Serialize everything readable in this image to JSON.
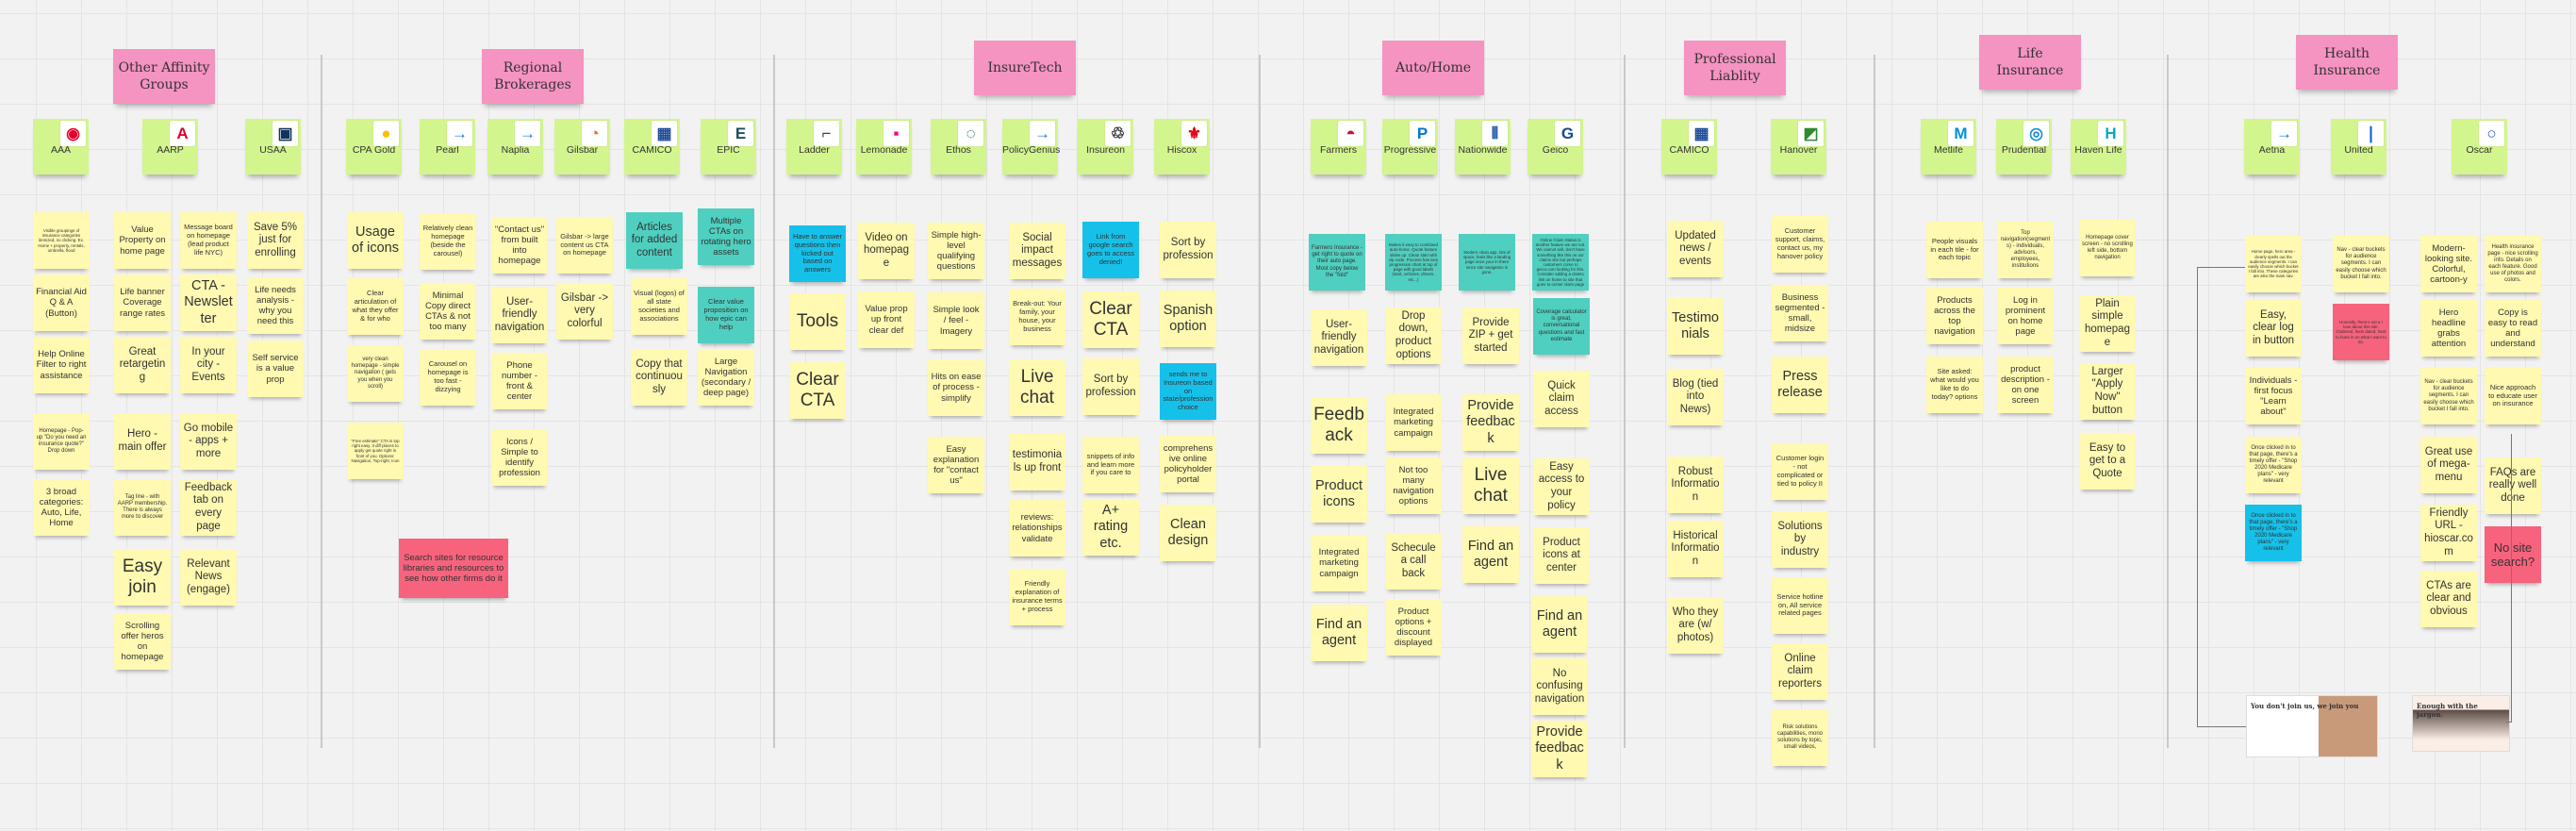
{
  "board": {
    "colors": {
      "yellow": "#fff9b1",
      "green": "#d3f58e",
      "pink": "#f593c1",
      "teal": "#4fcfc0",
      "blue": "#16c1e9",
      "red": "#f7637d"
    },
    "sections": [
      {
        "title": "Other Affinity Groups",
        "companies": [
          {
            "name": "AAA",
            "logo": "aaa-logo"
          },
          {
            "name": "AARP",
            "logo": "aarp-logo"
          },
          {
            "name": "USAA",
            "logo": "usaa-logo"
          }
        ],
        "notes": [
          {
            "text": "Visible groupings of insurance categories itemized, no clicking. Ex. Home + property, rentals, umbrella, flood",
            "color": "yellow"
          },
          {
            "text": "Financial Aid Q & A (Button)",
            "color": "yellow"
          },
          {
            "text": "Help Online Filter to right assistance",
            "color": "yellow"
          },
          {
            "text": "Homepage - Pop-up \"Do you need an insurance quote?\" Drop down",
            "color": "yellow"
          },
          {
            "text": "3 broad categories: Auto, Life, Home",
            "color": "yellow"
          },
          {
            "text": "Value Property on home page",
            "color": "yellow"
          },
          {
            "text": "Life banner Coverage range rates",
            "color": "yellow"
          },
          {
            "text": "Great retargeting",
            "color": "yellow"
          },
          {
            "text": "Hero - main offer",
            "color": "yellow"
          },
          {
            "text": "Tag line - with AARP membership. There is always more to discover",
            "color": "yellow"
          },
          {
            "text": "Easy join",
            "color": "yellow"
          },
          {
            "text": "Scrolling offer heros on homepage",
            "color": "yellow"
          },
          {
            "text": "Message board on homepage (lead product life NYC)",
            "color": "yellow"
          },
          {
            "text": "CTA - Newsletter",
            "color": "yellow"
          },
          {
            "text": "In your city - Events",
            "color": "yellow"
          },
          {
            "text": "Go mobile - apps + more",
            "color": "yellow"
          },
          {
            "text": "Feedback tab on every page",
            "color": "yellow"
          },
          {
            "text": "Relevant News (engage)",
            "color": "yellow"
          },
          {
            "text": "Save 5% just for enrolling",
            "color": "yellow"
          },
          {
            "text": "Life needs analysis - why you need this",
            "color": "yellow"
          },
          {
            "text": "Self service is a value prop",
            "color": "yellow"
          }
        ]
      },
      {
        "title": "Regional Brokerages",
        "companies": [
          {
            "name": "CPA Gold",
            "logo": "cpa-gold-logo"
          },
          {
            "name": "Pearl",
            "logo": "arrow-logo"
          },
          {
            "name": "Naplia",
            "logo": "arrow-logo"
          },
          {
            "name": "Gilsbar",
            "logo": "gilsbar-logo"
          },
          {
            "name": "CAMICO",
            "logo": "camico-logo"
          },
          {
            "name": "EPIC",
            "logo": "epic-logo"
          }
        ],
        "notes": [
          {
            "text": "Usage of icons",
            "color": "yellow"
          },
          {
            "text": "Clear articulation of what they offer & for who",
            "color": "yellow"
          },
          {
            "text": "very clean homepage - simple navigation ( gets you when you scroll)",
            "color": "yellow"
          },
          {
            "text": "\"Free estimate\" CTA is top right easy. 3 diff places to apply get quote right in front of you. Options: Navigation, Top-right, Icon",
            "color": "yellow"
          },
          {
            "text": "Relatively clean homepage (beside the carousel)",
            "color": "yellow"
          },
          {
            "text": "Minimal Copy direct CTAs & not too many",
            "color": "yellow"
          },
          {
            "text": "Carousel on homepage is too fast - dizzying",
            "color": "yellow"
          },
          {
            "text": "\"Contact us\" from built into homepage",
            "color": "yellow"
          },
          {
            "text": "User-friendly navigation",
            "color": "yellow"
          },
          {
            "text": "Phone number - front & center",
            "color": "yellow"
          },
          {
            "text": "Icons / Simple to identify profession",
            "color": "yellow"
          },
          {
            "text": "Gilsbar -> large content us CTA on homepage",
            "color": "yellow"
          },
          {
            "text": "Gilsbar -> very colorful",
            "color": "yellow"
          },
          {
            "text": "Articles for added content",
            "color": "teal"
          },
          {
            "text": "Visual (logos) of all state societies and associations",
            "color": "yellow"
          },
          {
            "text": "Copy that continuously",
            "color": "yellow"
          },
          {
            "text": "Multiple CTAs on rotating hero assets",
            "color": "teal"
          },
          {
            "text": "Clear value proposition on how epic can help",
            "color": "teal"
          },
          {
            "text": "Large Navigation (secondary / deep page)",
            "color": "yellow"
          }
        ],
        "callout": {
          "text": "Search sites for resource libraries and resources to see how other firms do it",
          "color": "red"
        }
      },
      {
        "title": "InsureTech",
        "companies": [
          {
            "name": "Ladder",
            "logo": "ladder-logo"
          },
          {
            "name": "Lemonade",
            "logo": "lemonade-logo"
          },
          {
            "name": "Ethos",
            "logo": "ethos-logo"
          },
          {
            "name": "PolicyGenius",
            "logo": "arrow-logo"
          },
          {
            "name": "Insureon",
            "logo": "insureon-logo"
          },
          {
            "name": "Hiscox",
            "logo": "hiscox-logo"
          }
        ],
        "notes": [
          {
            "text": "Have to answer questions then kicked out based on answers",
            "color": "blue"
          },
          {
            "text": "Tools",
            "color": "yellow"
          },
          {
            "text": "Clear CTA",
            "color": "yellow"
          },
          {
            "text": "Video on homepage",
            "color": "yellow"
          },
          {
            "text": "Value prop up front clear def",
            "color": "yellow"
          },
          {
            "text": "Simple high-level qualifying questions",
            "color": "yellow"
          },
          {
            "text": "Simple look / feel - Imagery",
            "color": "yellow"
          },
          {
            "text": "Hits on ease of process - simplify",
            "color": "yellow"
          },
          {
            "text": "Easy explanation for \"contact us\"",
            "color": "yellow"
          },
          {
            "text": "Social impact messages",
            "color": "yellow"
          },
          {
            "text": "Break-out: Your family, your house, your business",
            "color": "yellow"
          },
          {
            "text": "Live chat",
            "color": "yellow"
          },
          {
            "text": "testimonials up front",
            "color": "yellow"
          },
          {
            "text": "reviews: relationships validate",
            "color": "yellow"
          },
          {
            "text": "Friendly explanation of insurance terms + process",
            "color": "yellow"
          },
          {
            "text": "Link from google search goes to access denied!",
            "color": "blue"
          },
          {
            "text": "Clear CTA",
            "color": "yellow"
          },
          {
            "text": "Sort by profession",
            "color": "yellow"
          },
          {
            "text": "snippets of info and learn more if you care to",
            "color": "yellow"
          },
          {
            "text": "A+ rating etc.",
            "color": "yellow"
          },
          {
            "text": "Sort by profession",
            "color": "yellow"
          },
          {
            "text": "Spanish option",
            "color": "yellow"
          },
          {
            "text": "sends me to Insureon based on state/profession choice",
            "color": "blue"
          },
          {
            "text": "comprehensive online policyholder portal",
            "color": "yellow"
          },
          {
            "text": "Clean design",
            "color": "yellow"
          }
        ]
      },
      {
        "title": "Auto/Home",
        "companies": [
          {
            "name": "Farmers",
            "logo": "farmers-logo"
          },
          {
            "name": "Progressive",
            "logo": "progressive-logo"
          },
          {
            "name": "Nationwide",
            "logo": "nationwide-logo"
          },
          {
            "name": "Geico",
            "logo": "geico-logo"
          }
        ],
        "notes": [
          {
            "text": "Farmers Insurance - get right to quote on their auto page. Most copy below the \"fold\"",
            "color": "teal"
          },
          {
            "text": "User-friendly navigation",
            "color": "yellow"
          },
          {
            "text": "Feedback",
            "color": "yellow"
          },
          {
            "text": "Product icons",
            "color": "yellow"
          },
          {
            "text": "Integrated marketing campaign",
            "color": "yellow"
          },
          {
            "text": "Find an agent",
            "color": "yellow"
          },
          {
            "text": "Makes it easy to combined auto-home. Quote feature slides up. Clean start with zip code. Process has nice progression chart at top of page with good labels (start, vehicles, drivers, etc...)",
            "color": "teal"
          },
          {
            "text": "Drop down, product options",
            "color": "yellow"
          },
          {
            "text": "Integrated marketing campaign",
            "color": "yellow"
          },
          {
            "text": "Not too many navigation options",
            "color": "yellow"
          },
          {
            "text": "Schecule a call back",
            "color": "yellow"
          },
          {
            "text": "Product options + discount displayed",
            "color": "yellow"
          },
          {
            "text": "Modern clean app, lots of space, feels like a landing page once your in there since site navigation is gone.",
            "color": "teal"
          },
          {
            "text": "Provide ZIP + get started",
            "color": "yellow"
          },
          {
            "text": "Provide feedback",
            "color": "yellow"
          },
          {
            "text": "Live chat",
            "color": "yellow"
          },
          {
            "text": "Find an agent",
            "color": "yellow"
          },
          {
            "text": "Online Claim Status is another feature we are not. We cannot sell, don't have something like this on our claims site but perhaps customers come to geico.com looking for this. Consider adding a claims link on home to site that goes to center claim page",
            "color": "teal"
          },
          {
            "text": "Coverage calculator is great, conversational questions and fast estimate",
            "color": "teal"
          },
          {
            "text": "Quick claim access",
            "color": "yellow"
          },
          {
            "text": "Easy access to your policy",
            "color": "yellow"
          },
          {
            "text": "Product icons at center",
            "color": "yellow"
          },
          {
            "text": "Find an agent",
            "color": "yellow"
          },
          {
            "text": "No confusing navigation",
            "color": "yellow"
          },
          {
            "text": "Provide feedback",
            "color": "yellow"
          }
        ]
      },
      {
        "title": "Professional Liablity",
        "companies": [
          {
            "name": "CAMICO",
            "logo": "camico-logo"
          },
          {
            "name": "Hanover",
            "logo": "hanover-logo"
          }
        ],
        "notes": [
          {
            "text": "Updated news / events",
            "color": "yellow"
          },
          {
            "text": "Testimonials",
            "color": "yellow"
          },
          {
            "text": "Blog (tied into News)",
            "color": "yellow"
          },
          {
            "text": "Robust Information",
            "color": "yellow"
          },
          {
            "text": "Historical Information",
            "color": "yellow"
          },
          {
            "text": "Who they are (w/ photos)",
            "color": "yellow"
          },
          {
            "text": "Customer support, claims, contact us, my hanover policy",
            "color": "yellow"
          },
          {
            "text": "Business segmented - small, midsize",
            "color": "yellow"
          },
          {
            "text": "Press release",
            "color": "yellow"
          },
          {
            "text": "Customer login - not complicated or tied to policy II",
            "color": "yellow"
          },
          {
            "text": "Solutions by industry",
            "color": "yellow"
          },
          {
            "text": "Service hotline on, All service related pages",
            "color": "yellow"
          },
          {
            "text": "Online claim reporters",
            "color": "yellow"
          },
          {
            "text": "Risk solutions capabilities, mono solutions by topic, small videos,",
            "color": "yellow"
          }
        ]
      },
      {
        "title": "Life Insurance",
        "companies": [
          {
            "name": "Metlife",
            "logo": "metlife-logo"
          },
          {
            "name": "Prudential",
            "logo": "prudential-logo"
          },
          {
            "name": "Haven Life",
            "logo": "haven-life-logo"
          }
        ],
        "notes": [
          {
            "text": "People visuals in each tile - for each topic",
            "color": "yellow"
          },
          {
            "text": "Products across the top navigation",
            "color": "yellow"
          },
          {
            "text": "Site asked: what would you like to do today? options",
            "color": "yellow"
          },
          {
            "text": "Top navigation(segments) - individuals, advisors, employees, institutions",
            "color": "yellow"
          },
          {
            "text": "Log in prominent on home page",
            "color": "yellow"
          },
          {
            "text": "product description - on one screen",
            "color": "yellow"
          },
          {
            "text": "Homepage cover screen - no scrolling left side, bottom navigation",
            "color": "yellow"
          },
          {
            "text": "Plain simple homepage",
            "color": "yellow"
          },
          {
            "text": "Larger \"Apply Now\" button",
            "color": "yellow"
          },
          {
            "text": "Easy to get to a Quote",
            "color": "yellow"
          }
        ]
      },
      {
        "title": "Health Insurance",
        "companies": [
          {
            "name": "Aetna",
            "logo": "arrow-logo"
          },
          {
            "name": "United",
            "logo": "united-logo"
          },
          {
            "name": "Oscar",
            "logo": "oscar-logo"
          }
        ],
        "notes": [
          {
            "text": "Home page, hero area - clearly spells out the audience segments. I can easily choose which bucket I fall into. These categories are also the main nav.",
            "color": "yellow"
          },
          {
            "text": "Easy, clear log in button",
            "color": "yellow"
          },
          {
            "text": "Individuals - first focus \"Learn about\"",
            "color": "yellow"
          },
          {
            "text": "Once clicked in to that page, there's a timely offer - \"Shop 2020 Medicare plans\" - very relevant",
            "color": "yellow"
          },
          {
            "text": "Once clicked in to that page, there's a timely offer - \"Shop 2020 Medicare plans\" - very relevant",
            "color": "blue"
          },
          {
            "text": "Nav - clear buckets for audience segments. I can easily choose which bucket I fall into.",
            "color": "yellow"
          },
          {
            "text": "Honestly, there's not a I love about this site. Cluttered, feels dated, hard to hone in on what I want to do.",
            "color": "red"
          },
          {
            "text": "Modern-looking site. Colorful, cartoon-y",
            "color": "yellow"
          },
          {
            "text": "Hero headline grabs attention",
            "color": "yellow"
          },
          {
            "text": "Nav - clear buckets for audience segments. I can easily choose which bucket I fall into.",
            "color": "yellow"
          },
          {
            "text": "Great use of mega-menu",
            "color": "yellow"
          },
          {
            "text": "Friendly URL - hioscar.com",
            "color": "yellow"
          },
          {
            "text": "CTAs are clear and obvious",
            "color": "yellow"
          },
          {
            "text": "Health insurance page - nice scrolling info. Details on each feature. Good use of photos and colors.",
            "color": "yellow"
          },
          {
            "text": "Copy is easy to read and understand",
            "color": "yellow"
          },
          {
            "text": "Nice approach to educate user on insurance",
            "color": "yellow"
          },
          {
            "text": "FAQs are really well done",
            "color": "yellow"
          },
          {
            "text": "No site search?",
            "color": "red"
          }
        ],
        "screenshots": [
          {
            "headline": "You don't join us, we join you"
          },
          {
            "headline": "Enough with the jargon."
          }
        ]
      }
    ]
  }
}
